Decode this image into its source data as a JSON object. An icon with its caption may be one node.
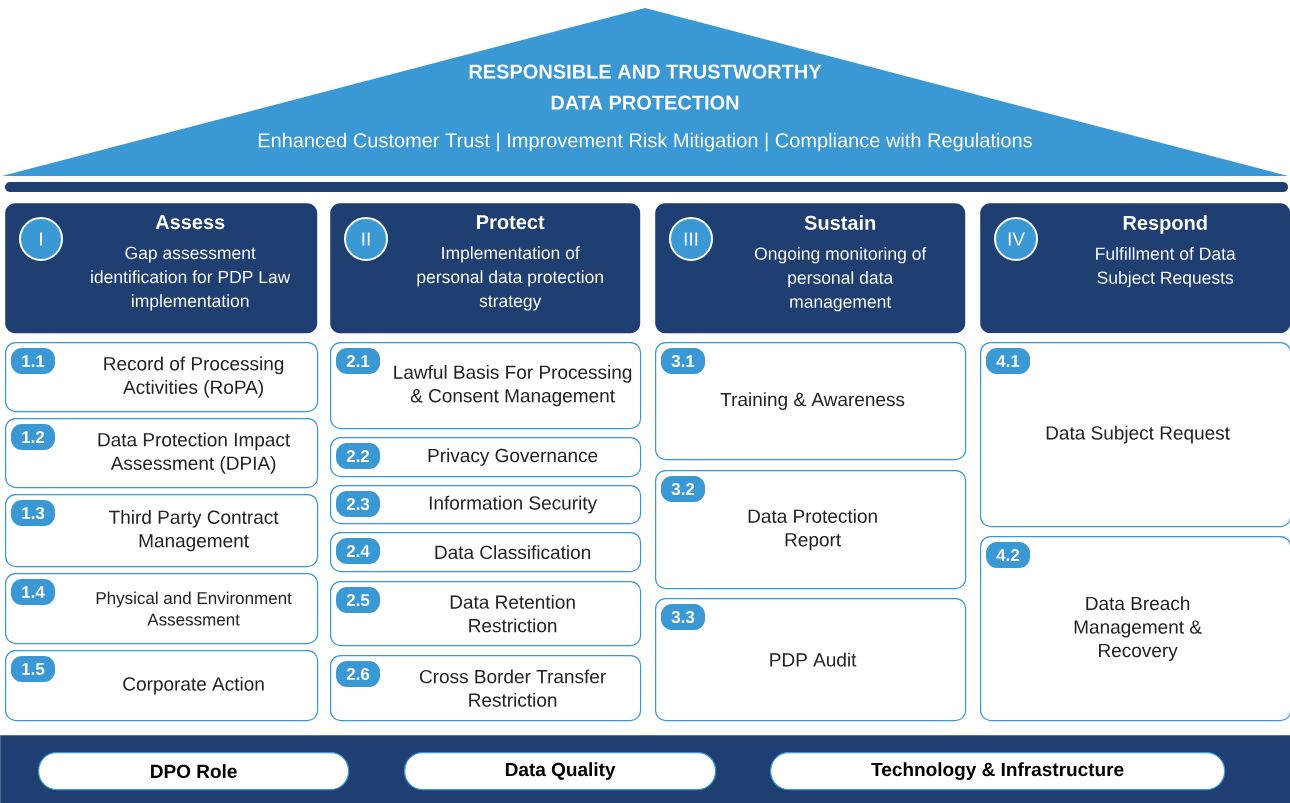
{
  "diagram": {
    "nodes": [
      {
        "text": [
          "RESPONSIBLE AND TRUSTWORTHY DATA PROTECTION",
          "Enhanced Customer Trust | Improvement Risk Mitigation | Compliance with Regulations"
        ]
      },
      {
        "text": [
          "Assess",
          "Gap assessment identification for PDP Law implementation"
        ]
      },
      {
        "text": [
          "I"
        ],
        "in": 1
      },
      {
        "text": [
          "Record of Processing Activities (RoPA)"
        ]
      },
      {
        "text": [
          "1.1"
        ],
        "in": 3
      },
      {
        "text": [
          "Data Protection Impact Assessment (DPIA)"
        ]
      },
      {
        "text": [
          "1.2"
        ],
        "in": 5
      },
      {
        "text": [
          "Third Party Contract Management"
        ]
      },
      {
        "text": [
          "1.3"
        ],
        "in": 7
      },
      {
        "text": [
          "Physical and Environment Assessment"
        ]
      },
      {
        "text": [
          "1.4"
        ],
        "in": 9
      },
      {
        "text": [
          "Corporate Action"
        ]
      },
      {
        "text": [
          "1.5"
        ],
        "in": 11
      },
      {
        "text": [
          "Protect",
          "Implementation of personal data protection strategy"
        ]
      },
      {
        "text": [
          "II"
        ],
        "in": 13
      },
      {
        "text": [
          "Lawful Basis For Processing & Consent Management"
        ]
      },
      {
        "text": [
          "2.1"
        ],
        "in": 15
      },
      {
        "text": [
          "Privacy Governance"
        ]
      },
      {
        "text": [
          "2.2"
        ],
        "in": 17
      },
      {
        "text": [
          "Information Security"
        ]
      },
      {
        "text": [
          "2.3"
        ],
        "in": 19
      },
      {
        "text": [
          "Data Classification"
        ]
      },
      {
        "text": [
          "2.4"
        ],
        "in": 21
      },
      {
        "text": [
          "Data Retention Restriction"
        ]
      },
      {
        "text": [
          "2.5"
        ],
        "in": 23
      },
      {
        "text": [
          "Cross Border Transfer Restriction"
        ]
      },
      {
        "text": [
          "2.6"
        ],
        "in": 25
      },
      {
        "text": [
          "Sustain",
          "Ongoing monitoring of personal data management"
        ]
      },
      {
        "text": [
          "III"
        ],
        "in": 27
      },
      {
        "text": [
          "Training & Awareness"
        ]
      },
      {
        "text": [
          "3.1"
        ],
        "in": 29
      },
      {
        "text": [
          "Data Protection Report"
        ]
      },
      {
        "text": [
          "3.2"
        ],
        "in": 31
      },
      {
        "text": [
          "PDP Audit"
        ]
      },
      {
        "text": [
          "3.3"
        ],
        "in": 33
      },
      {
        "text": [
          "Respond",
          "Fulfillment of Data Subject Requests"
        ]
      },
      {
        "text": [
          "IV"
        ],
        "in": 35
      },
      {
        "text": [
          "Data Subject Request"
        ]
      },
      {
        "text": [
          "4.1"
        ],
        "in": 37
      },
      {
        "text": [
          "Data Breach Management & Recovery"
        ]
      },
      {
        "text": [
          "4.2"
        ],
        "in": 39
      },
      {
        "text": [],
        "shape": "bar"
      },
      {
        "text": [
          "DPO Role"
        ],
        "in": 41
      },
      {
        "text": [
          "Data Quality"
        ],
        "in": 41
      },
      {
        "text": [
          "Technology & Infrastructure"
        ],
        "in": 41
      }
    ]
  }
}
